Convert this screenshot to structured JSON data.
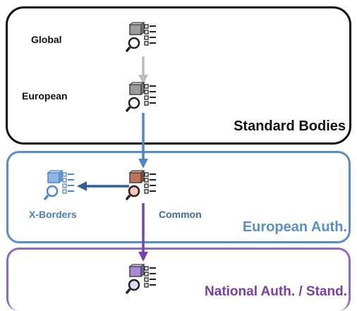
{
  "labels": {
    "global": "Global",
    "european": "European",
    "standard_bodies": "Standard Bodies",
    "x_borders": "X-Borders",
    "common": "Common",
    "european_auth": "European Auth.",
    "national_auth": "National Auth. / Stand."
  },
  "colors": {
    "standard_border": "#111111",
    "european_border": "#5b8ec7",
    "national_border": "#8c6bbf",
    "arrow_grey": "#bdbdbd",
    "arrow_blue": "#4f86c6",
    "arrow_dark_blue": "#2f5f97",
    "arrow_purple": "#7b3fb2",
    "icon_grey": "#8a8a8a",
    "icon_blue": "#8fb6e3",
    "icon_brown": "#c0735a",
    "icon_purple": "#a98ad6"
  },
  "icons": [
    "database-search-icon",
    "database-search-icon",
    "database-search-icon",
    "database-search-icon",
    "database-search-icon"
  ]
}
